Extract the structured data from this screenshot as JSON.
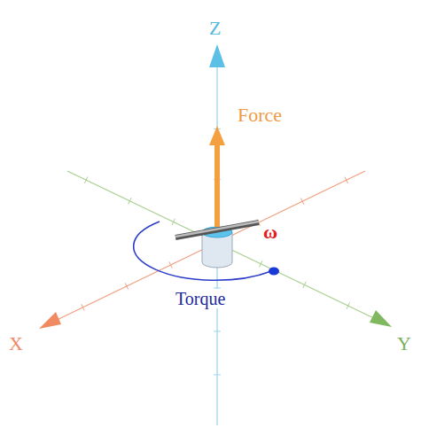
{
  "diagram": {
    "labels": [
      "Z",
      "Force",
      "ω",
      "Torque",
      "X",
      "Y"
    ]
  }
}
